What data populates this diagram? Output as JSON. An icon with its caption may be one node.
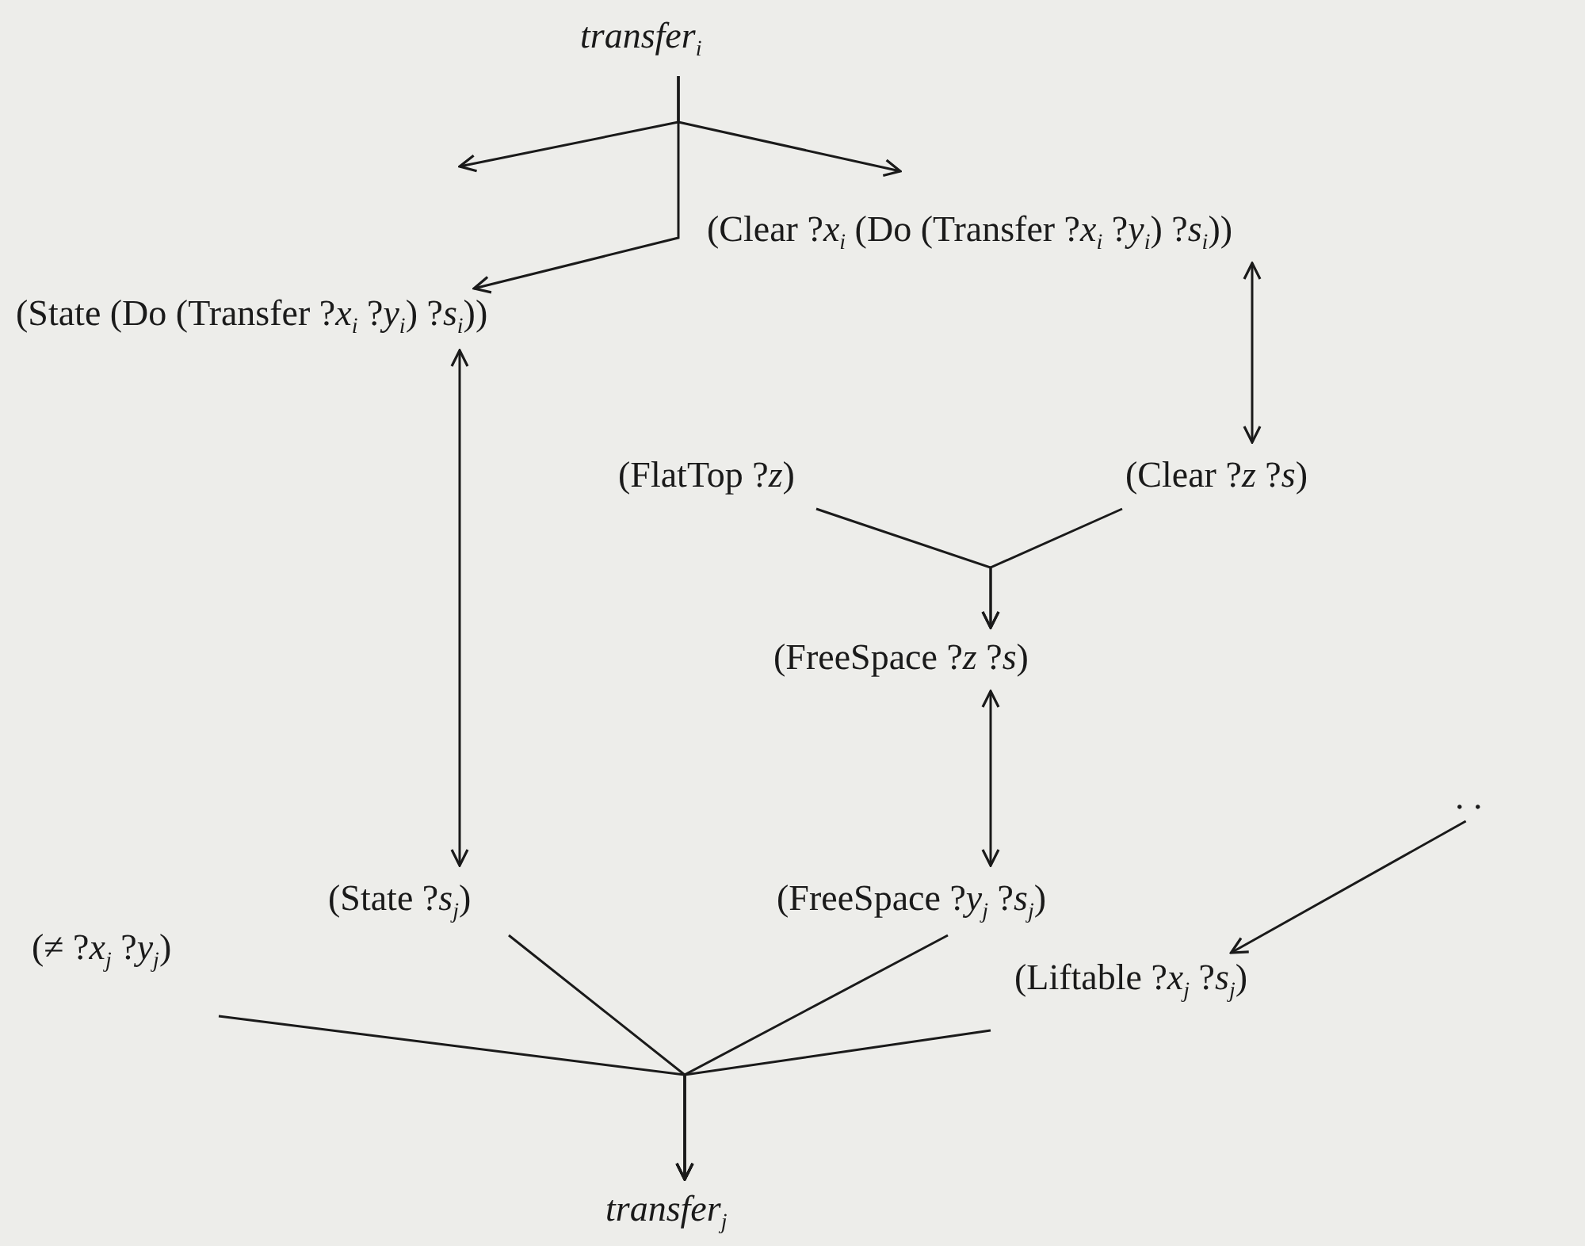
{
  "diagram": {
    "nodes": [
      {
        "text": [
          "transfer$_{i}$"
        ]
      },
      {
        "text": [
          "(State (Do (Transfer ?*x*$_{i}$ ?*y*$_{i}$) ?*s*$_{i}$))"
        ]
      },
      {
        "text": [
          "(Clear ?*x*$_{i}$ (Do (Transfer ?*x*$_{i}$ ?*y*$_{i}$) ?*s*$_{i}$))"
        ]
      },
      {
        "text": [
          "(FlatTop ?*z*)"
        ]
      },
      {
        "text": [
          "(Clear ?*z* ?*s*)"
        ]
      },
      {
        "text": [
          "(FreeSpace ?*z* ?*s*)"
        ]
      },
      {
        "text": [
          "(State ?*s*$_{j}$)"
        ]
      },
      {
        "text": [
          "(FreeSpace ?*y*$_{j}$ ?*s*$_{j}$)"
        ]
      },
      {
        "text": [
          "(≠ ?*x*$_{j}$ ?*y*$_{j}$)"
        ]
      },
      {
        "text": [
          "(Liftable ?*x*$_{j}$ ?*s*$_{j}$)"
        ]
      },
      {
        "text": [
          "transfer$_{j}$"
        ]
      },
      {
        "text": [
          ". ."
        ]
      }
    ],
    "edges": [
      {
        "from": 0,
        "to": null,
        "arrow": "to"
      },
      {
        "from": 0,
        "to": 1,
        "arrow": "to"
      },
      {
        "from": 0,
        "to": 2,
        "arrow": "to"
      },
      {
        "from": 2,
        "to": 4,
        "arrow": "both"
      },
      {
        "from": 1,
        "to": 6,
        "arrow": "both"
      },
      {
        "from": 3,
        "to": 5,
        "arrow": "to"
      },
      {
        "from": 4,
        "to": 5,
        "arrow": "to"
      },
      {
        "from": 5,
        "to": 7,
        "arrow": "both"
      },
      {
        "from": 6,
        "to": 10,
        "arrow": "to"
      },
      {
        "from": 7,
        "to": 10,
        "arrow": "to"
      },
      {
        "from": 8,
        "to": 10,
        "arrow": "to"
      },
      {
        "from": 9,
        "to": 10,
        "arrow": "to"
      },
      {
        "from": 11,
        "to": 9,
        "arrow": "to"
      }
    ]
  }
}
